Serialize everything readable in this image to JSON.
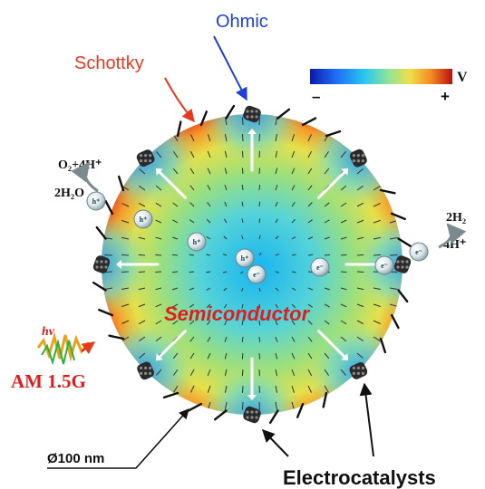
{
  "labels": {
    "ohmic": "Ohmic",
    "schottky": "Schottky",
    "semiconductor": "Semiconductor",
    "electrocatalysts": "Electrocatalysts",
    "diameter": "Ø100 nm",
    "light_source": "AM 1.5G",
    "photon": "hv"
  },
  "colorbar": {
    "unit": "V",
    "min_label": "–",
    "max_label": "+"
  },
  "reactions": {
    "oxidation_product": "O₂+4H⁺",
    "oxidation_reactant": "2H₂O",
    "reduction_product": "2H₂",
    "reduction_reactant": "4H⁺"
  },
  "carriers": {
    "hole": "h⁺",
    "electron": "e⁻"
  },
  "colors": {
    "ohmic": "#1f3fd6",
    "schottky": "#e8391f",
    "semiconductor_text": "#e31c1c",
    "light_source": "#e01b1b"
  }
}
